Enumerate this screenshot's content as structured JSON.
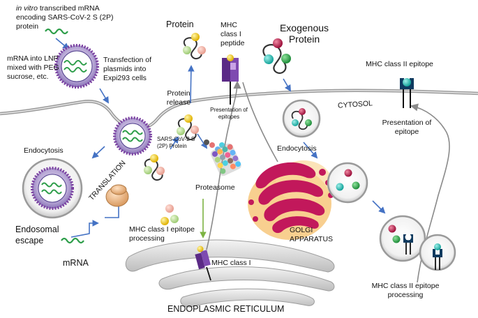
{
  "labels": {
    "invitro_italic": "in vitro",
    "invitro_rest": " transcribed mRNA",
    "invitro_line2": "encoding SARS-CoV-2 S (2P)",
    "invitro_line3": "protein",
    "lnp_line1": "mRNA into LNP",
    "lnp_line2": "mixed with PEG",
    "lnp_line3": "sucrose, etc.",
    "transfection_line1": "Transfection of",
    "transfection_line2": "plasmids into",
    "transfection_line3": "Expi293 cells",
    "protein_top": "Protein",
    "mhc1_peptide_line1": "MHC",
    "mhc1_peptide_line2": "class I",
    "mhc1_peptide_line3": "peptide",
    "exogenous_line1": "Exogenous",
    "exogenous_line2": "Protein",
    "mhc2_epitope": "MHC class II epitope",
    "protein_release_line1": "Protein",
    "protein_release_line2": "release",
    "presentation_epitopes_line1": "Presentation of",
    "presentation_epitopes_line2": "epitopes",
    "cytosol": "CYTOSOL",
    "presentation_epitope_line1": "Presentation of",
    "presentation_epitope_line2": "epitope",
    "sars_protein_line1": "SARS-CoV-2 S",
    "sars_protein_line2": "(2P) Protein",
    "endocytosis_left": "Endocytosis",
    "endocytosis_right": "Endocytosis",
    "translation": "TRANSLATION",
    "proteasome": "Proteasome",
    "endosomal_line1": "Endosomal",
    "endosomal_line2": "escape",
    "mhc1_processing_line1": "MHC class I epitope",
    "mhc1_processing_line2": "processing",
    "golgi_line1": "GOLGI",
    "golgi_line2": "APPARATUS",
    "mrna": "mRNA",
    "mhc_class_i": "MHC class I",
    "mhc2_processing_line1": "MHC class II epitope",
    "mhc2_processing_line2": "processing",
    "er": "ENDOPLASMIC RETICULUM"
  },
  "colors": {
    "arrow": "#4472c4",
    "mrna": "#2e9e4a",
    "lnp_dots": "#7a3fa0",
    "mhc1": "#5b2a86",
    "mhc2": "#0f3a5f",
    "golgi": "#c2185b",
    "er": "#d0d0d0"
  }
}
